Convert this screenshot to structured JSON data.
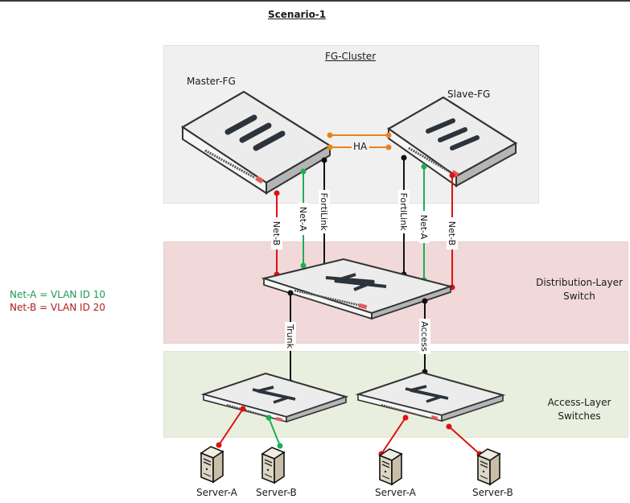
{
  "title": "Scenario-1",
  "cluster": {
    "label": "FG-Cluster",
    "master_label": "Master-FG",
    "slave_label": "Slave-FG",
    "ha_label": "HA"
  },
  "links": {
    "net_a": "Net-A",
    "net_b": "Net-B",
    "fortilink": "FortiLink",
    "trunk": "Trunk",
    "access": "Access"
  },
  "layers": {
    "distribution_line1": "Distribution-Layer",
    "distribution_line2": "Switch",
    "access_line1": "Access-Layer",
    "access_line2": "Switches"
  },
  "legend": {
    "net_a": "Net-A = VLAN ID 10",
    "net_b": "Net-B = VLAN ID 20"
  },
  "servers": [
    {
      "label": "Server-A"
    },
    {
      "label": "Server-B"
    },
    {
      "label": "Server-A"
    },
    {
      "label": "Server-B"
    }
  ],
  "colors": {
    "net_a": "#1fae55",
    "net_b": "#e01010",
    "fortilink": "#111111",
    "ha": "#e8821e",
    "legend_a": "#1e9a4e",
    "legend_b": "#b01c1c"
  }
}
